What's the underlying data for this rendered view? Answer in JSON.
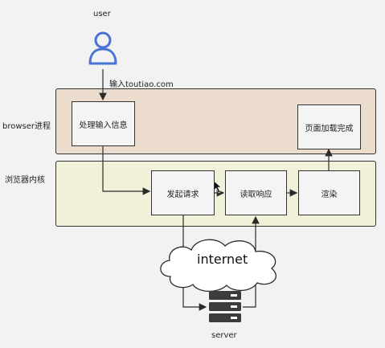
{
  "user": {
    "label": "user"
  },
  "input_label": "输入toutiao.com",
  "browser_process": {
    "label": "browser进程",
    "color": "#ecdccd",
    "nodes": {
      "handle_input": "处理输入信息",
      "page_loaded": "页面加载完成"
    }
  },
  "browser_kernel": {
    "label": "浏览器内核",
    "color": "#f1f0d9",
    "nodes": {
      "send_request": "发起请求",
      "read_response": "读取响应",
      "render": "渲染"
    }
  },
  "internet": {
    "label": "internet"
  },
  "server": {
    "label": "server"
  },
  "colors": {
    "user_icon": "#4a72d6",
    "server_icon": "#3c3c3c",
    "stroke": "#2b2b2b"
  }
}
